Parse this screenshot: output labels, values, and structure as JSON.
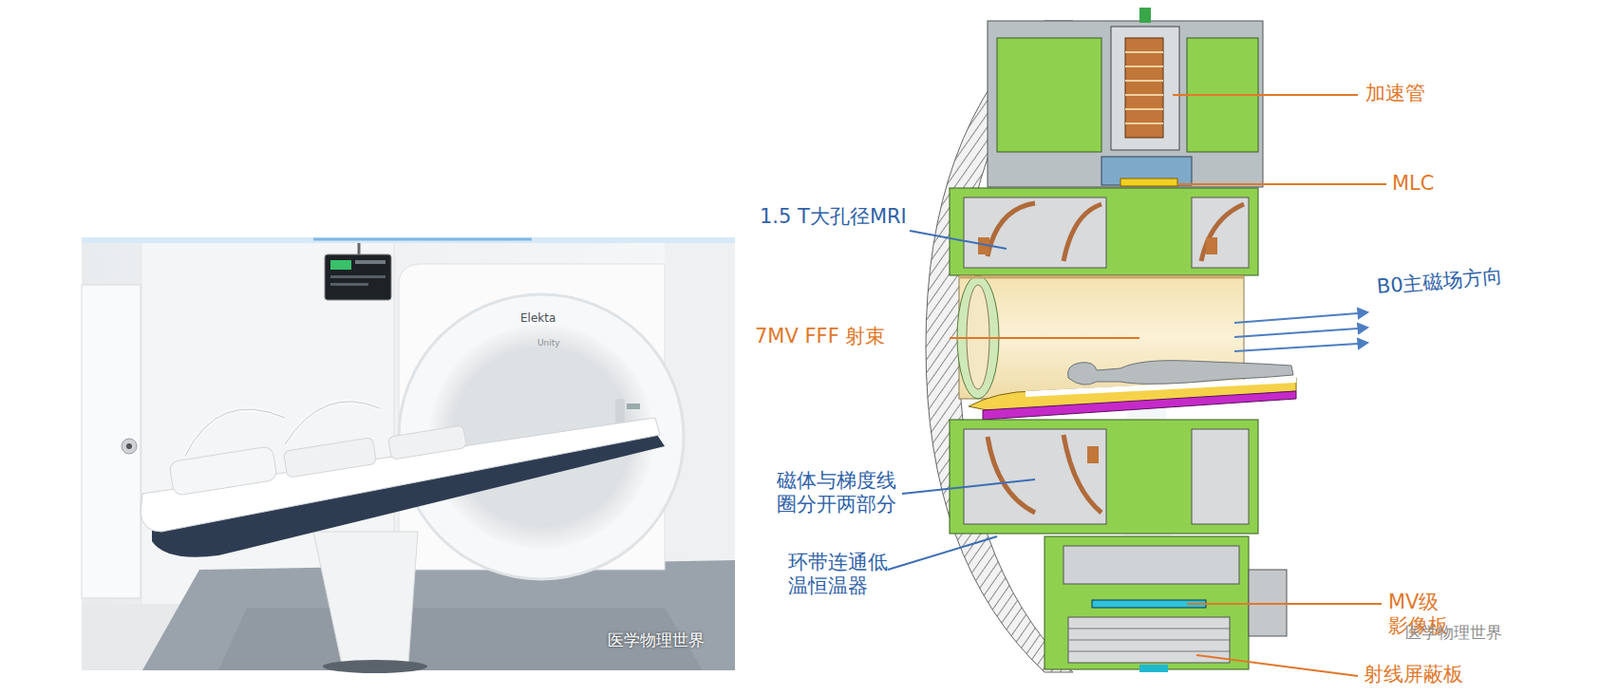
{
  "diagram": {
    "labels": [
      "加速管",
      "MLC",
      "1.5 T大孔径MRI",
      "B0主磁场方向",
      "7MV FFF 射束",
      "磁体与梯度线圈分开两部分",
      "环带连通低温恒温器",
      "MV级影像板",
      "射线屏蔽板",
      "Elekta",
      "Unity",
      "医学物理世界",
      "医学物理世界"
    ]
  }
}
